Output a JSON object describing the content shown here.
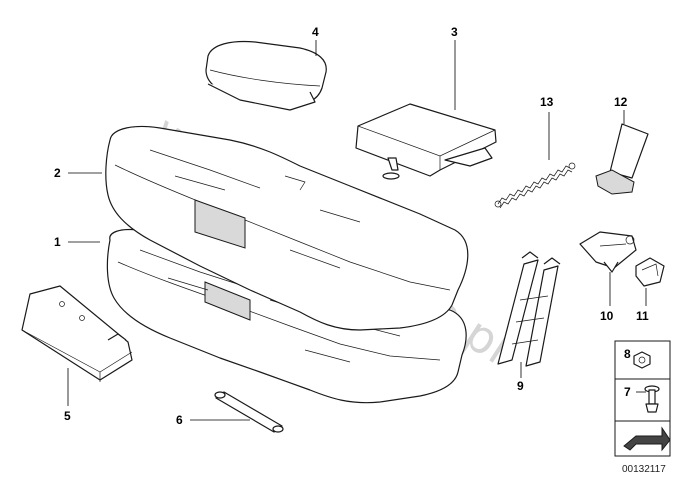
{
  "diagram": {
    "callouts": {
      "c1": "1",
      "c2": "2",
      "c3": "3",
      "c4": "4",
      "c5": "5",
      "c6": "6",
      "c7": "7",
      "c8": "8",
      "c9": "9",
      "c10": "10",
      "c11": "11",
      "c12": "12",
      "c13": "13"
    },
    "watermark": "www.BMWstore.pl",
    "diagram_code": "00132117"
  }
}
